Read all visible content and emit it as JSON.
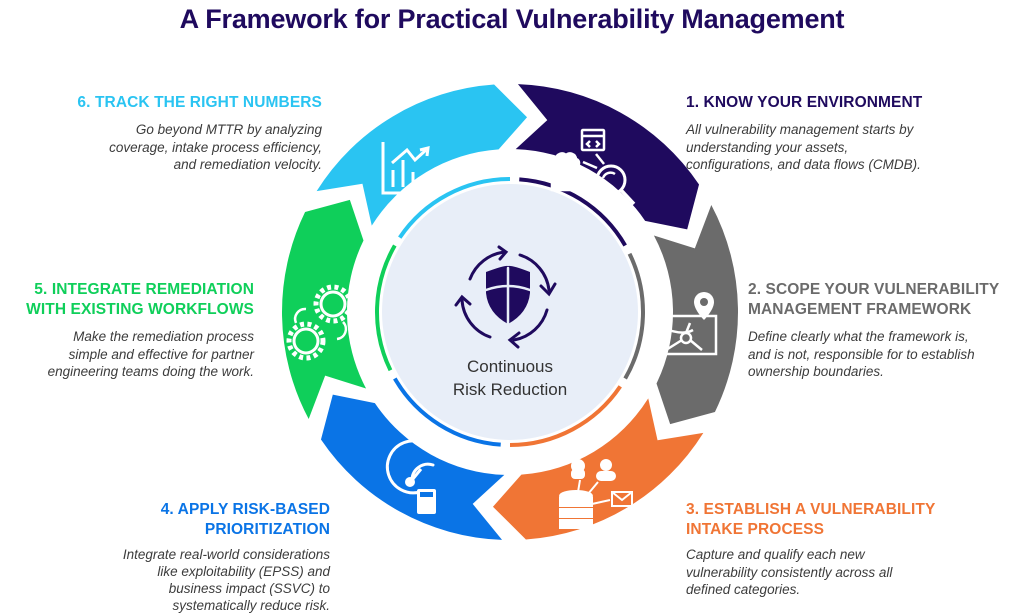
{
  "title": "A Framework for Practical Vulnerability Management",
  "center": {
    "line1": "Continuous",
    "line2": "Risk Reduction",
    "icon": "shield-cycle-icon",
    "fill": "#e8eef8",
    "icon_color": "#1f0a5e"
  },
  "steps": [
    {
      "number": 1,
      "heading_line1": "1. KNOW YOUR ENVIRONMENT",
      "heading_line2": "",
      "description_lines": [
        "All vulnerability management starts by",
        "understanding your assets,",
        "configurations, and data flows (CMDB)."
      ],
      "color": "#1f0a5e",
      "icon": "asset-discovery-magnifier-icon"
    },
    {
      "number": 2,
      "heading_line1": "2. SCOPE YOUR VULNERABILITY",
      "heading_line2": "MANAGEMENT FRAMEWORK",
      "description_lines": [
        "Define clearly what the framework is,",
        "and is not, responsible for to establish",
        "ownership boundaries."
      ],
      "color": "#6b6b6b",
      "icon": "map-pin-icon"
    },
    {
      "number": 3,
      "heading_line1": "3. ESTABLISH A VULNERABILITY",
      "heading_line2": "INTAKE PROCESS",
      "description_lines": [
        "Capture and qualify each new",
        "vulnerability consistently across all",
        "defined categories."
      ],
      "color": "#f07535",
      "icon": "database-intake-icon"
    },
    {
      "number": 4,
      "heading_line1": "4. APPLY RISK-BASED",
      "heading_line2": "PRIORITIZATION",
      "description_lines": [
        "Integrate real-world considerations",
        "like exploitability (EPSS) and",
        "business impact (SSVC) to",
        "systematically reduce risk."
      ],
      "color": "#0a74e6",
      "icon": "gauge-calculator-icon"
    },
    {
      "number": 5,
      "heading_line1": "5. INTEGRATE REMEDIATION",
      "heading_line2": "WITH EXISTING WORKFLOWS",
      "description_lines": [
        "Make the remediation process",
        "simple and effective for partner",
        "engineering teams doing the work."
      ],
      "color": "#0fcf5a",
      "icon": "gears-workflow-icon"
    },
    {
      "number": 6,
      "heading_line1": "6. TRACK THE RIGHT NUMBERS",
      "heading_line2": "",
      "description_lines": [
        "Go beyond MTTR by analyzing",
        "coverage, intake process efficiency,",
        "and remediation velocity."
      ],
      "color": "#2ac4f2",
      "icon": "chart-clock-icon"
    }
  ]
}
